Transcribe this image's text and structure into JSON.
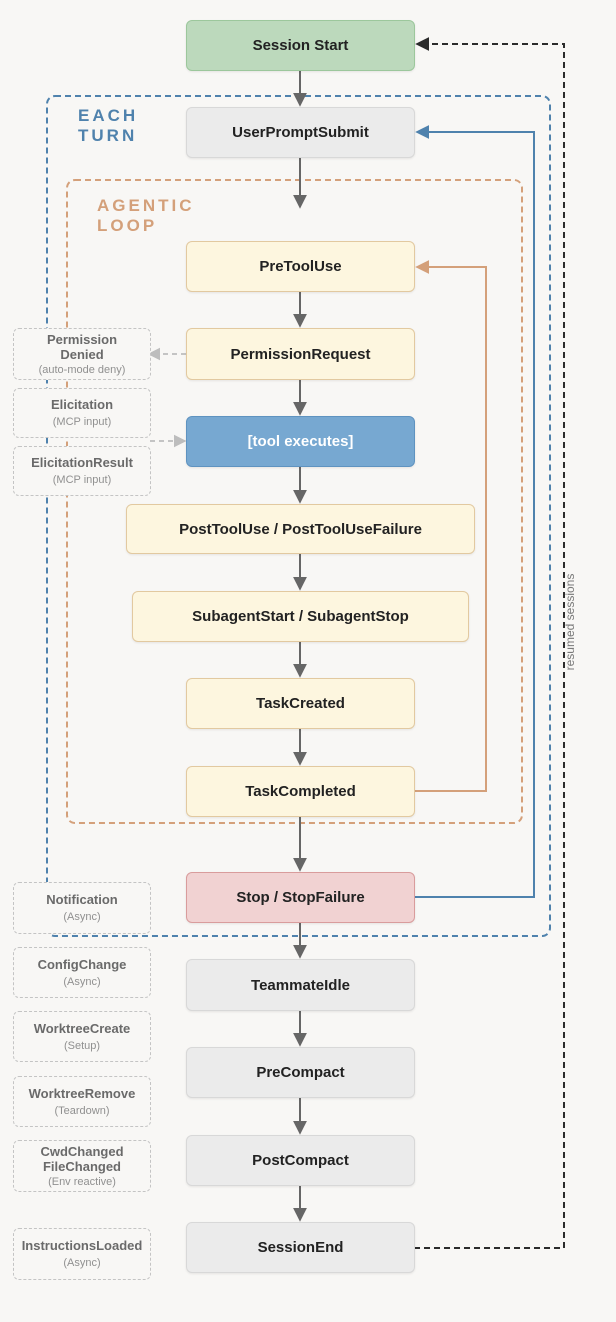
{
  "regions": {
    "each_turn": "EACH\nTURN",
    "agentic_loop": "AGENTIC\nLOOP"
  },
  "main_nodes": {
    "session_start": "Session Start",
    "user_prompt_submit": "UserPromptSubmit",
    "pre_tool_use": "PreToolUse",
    "permission_request": "PermissionRequest",
    "tool_executes": "[tool executes]",
    "post_tool_use": "PostToolUse / PostToolUseFailure",
    "subagent": "SubagentStart / SubagentStop",
    "task_created": "TaskCreated",
    "task_completed": "TaskCompleted",
    "stop": "Stop / StopFailure",
    "teammate_idle": "TeammateIdle",
    "pre_compact": "PreCompact",
    "post_compact": "PostCompact",
    "session_end": "SessionEnd"
  },
  "side_events": [
    {
      "title": "Permission\nDenied",
      "sub": "(auto-mode deny)"
    },
    {
      "title": "Elicitation",
      "sub": "(MCP input)"
    },
    {
      "title": "ElicitationResult",
      "sub": "(MCP input)"
    },
    {
      "title": "Notification",
      "sub": "(Async)"
    },
    {
      "title": "ConfigChange",
      "sub": "(Async)"
    },
    {
      "title": "WorktreeCreate",
      "sub": "(Setup)"
    },
    {
      "title": "WorktreeRemove",
      "sub": "(Teardown)"
    },
    {
      "title": "CwdChanged\nFileChanged",
      "sub": "(Env reactive)"
    },
    {
      "title": "InstructionsLoaded",
      "sub": "(Async)"
    }
  ],
  "edge_labels": {
    "resumed_sessions": "resumed sessions"
  },
  "colors": {
    "turn_blue": "#4f82ad",
    "loop_orange": "#d4a07a",
    "arrow_grey": "#666666",
    "side_dash": "#bdbdbd",
    "resume_dark": "#2b2b2b"
  }
}
